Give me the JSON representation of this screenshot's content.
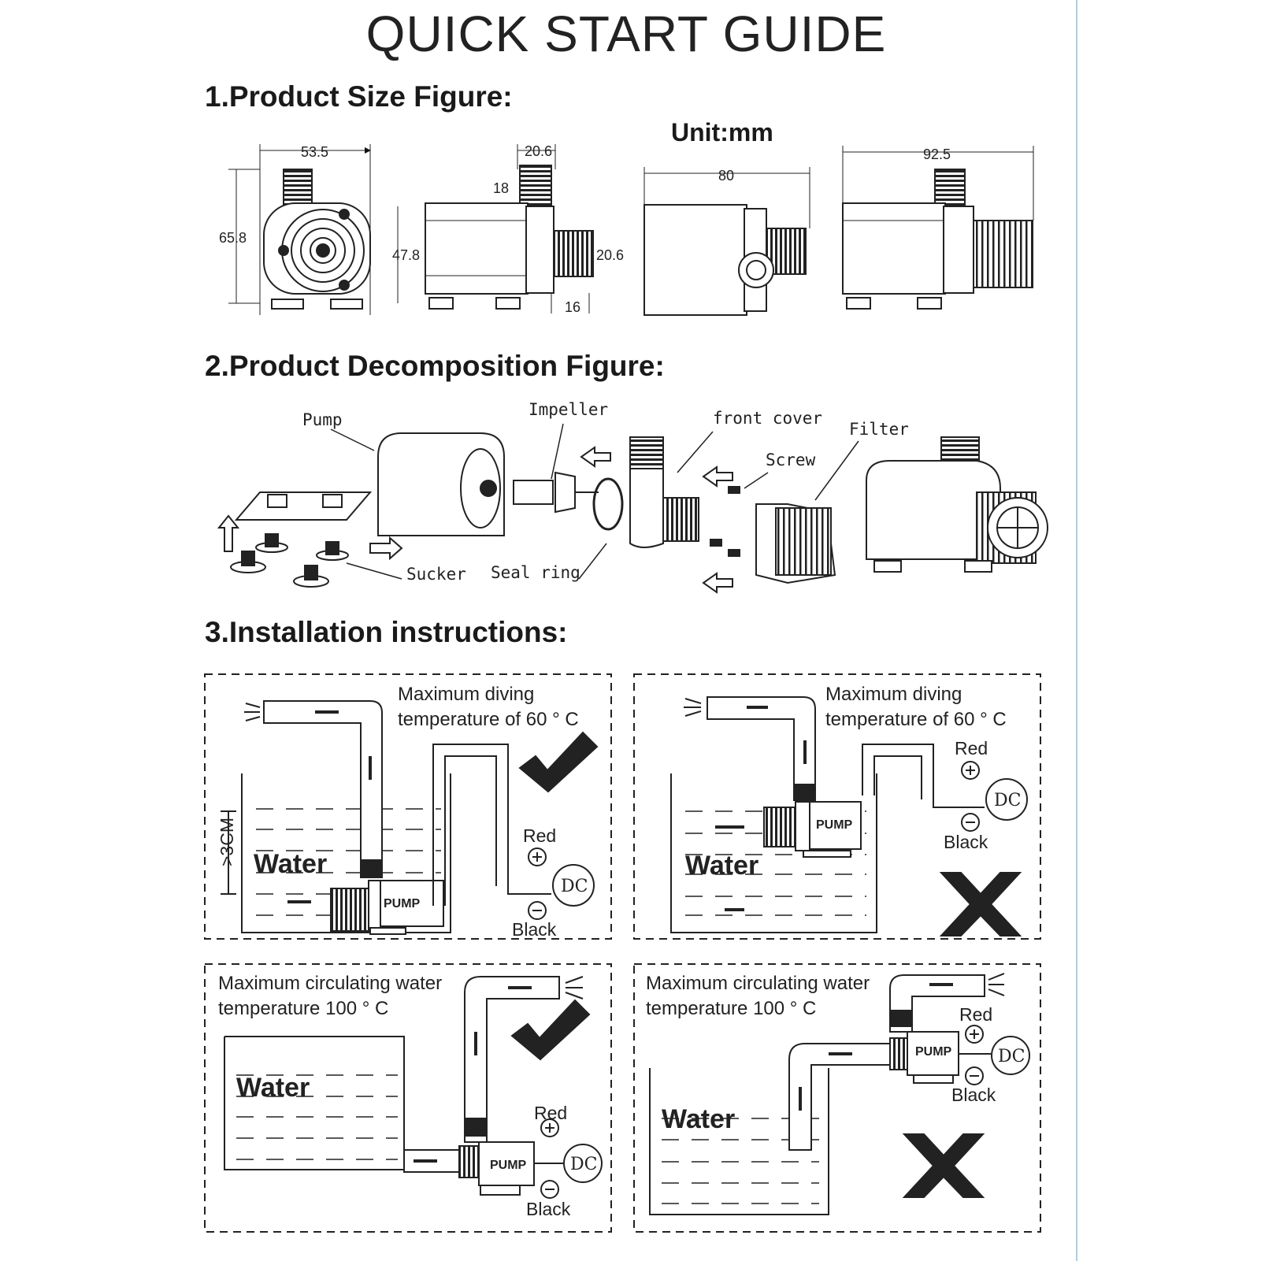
{
  "title": "QUICK START GUIDE",
  "sections": {
    "size": {
      "heading": "1.Product Size Figure:",
      "unit": "Unit:mm",
      "dims": {
        "d1": "53.5",
        "d2": "65.8",
        "d3": "20.6",
        "d4": "18",
        "d5": "47.8",
        "d6": "20.6",
        "d7": "16",
        "d8": "80",
        "d9": "92.5"
      }
    },
    "decomposition": {
      "heading": "2.Product Decomposition Figure:",
      "labels": {
        "pump": "Pump",
        "impeller": "Impeller",
        "front_cover": "front cover",
        "filter": "Filter",
        "screw": "Screw",
        "sucker": "Sucker",
        "seal_ring": "Seal ring"
      }
    },
    "installation": {
      "heading": "3.Installation instructions:",
      "panels": [
        {
          "caption_line1": "Maximum diving",
          "caption_line2": "temperature of 60 ° C",
          "water": "Water",
          "pump": "PUMP",
          "dc": "DC",
          "red": "Red",
          "black": "Black",
          "depth": ">3CM",
          "verdict": "correct"
        },
        {
          "caption_line1": "Maximum diving",
          "caption_line2": "temperature of 60 ° C",
          "water": "Water",
          "pump": "PUMP",
          "dc": "DC",
          "red": "Red",
          "black": "Black",
          "verdict": "incorrect"
        },
        {
          "caption_line1": "Maximum circulating water",
          "caption_line2": "temperature 100 ° C",
          "water": "Water",
          "pump": "PUMP",
          "dc": "DC",
          "red": "Red",
          "black": "Black",
          "verdict": "correct"
        },
        {
          "caption_line1": "Maximum circulating water",
          "caption_line2": "temperature 100 ° C",
          "water": "Water",
          "pump": "PUMP",
          "dc": "DC",
          "red": "Red",
          "black": "Black",
          "verdict": "incorrect"
        }
      ]
    }
  }
}
